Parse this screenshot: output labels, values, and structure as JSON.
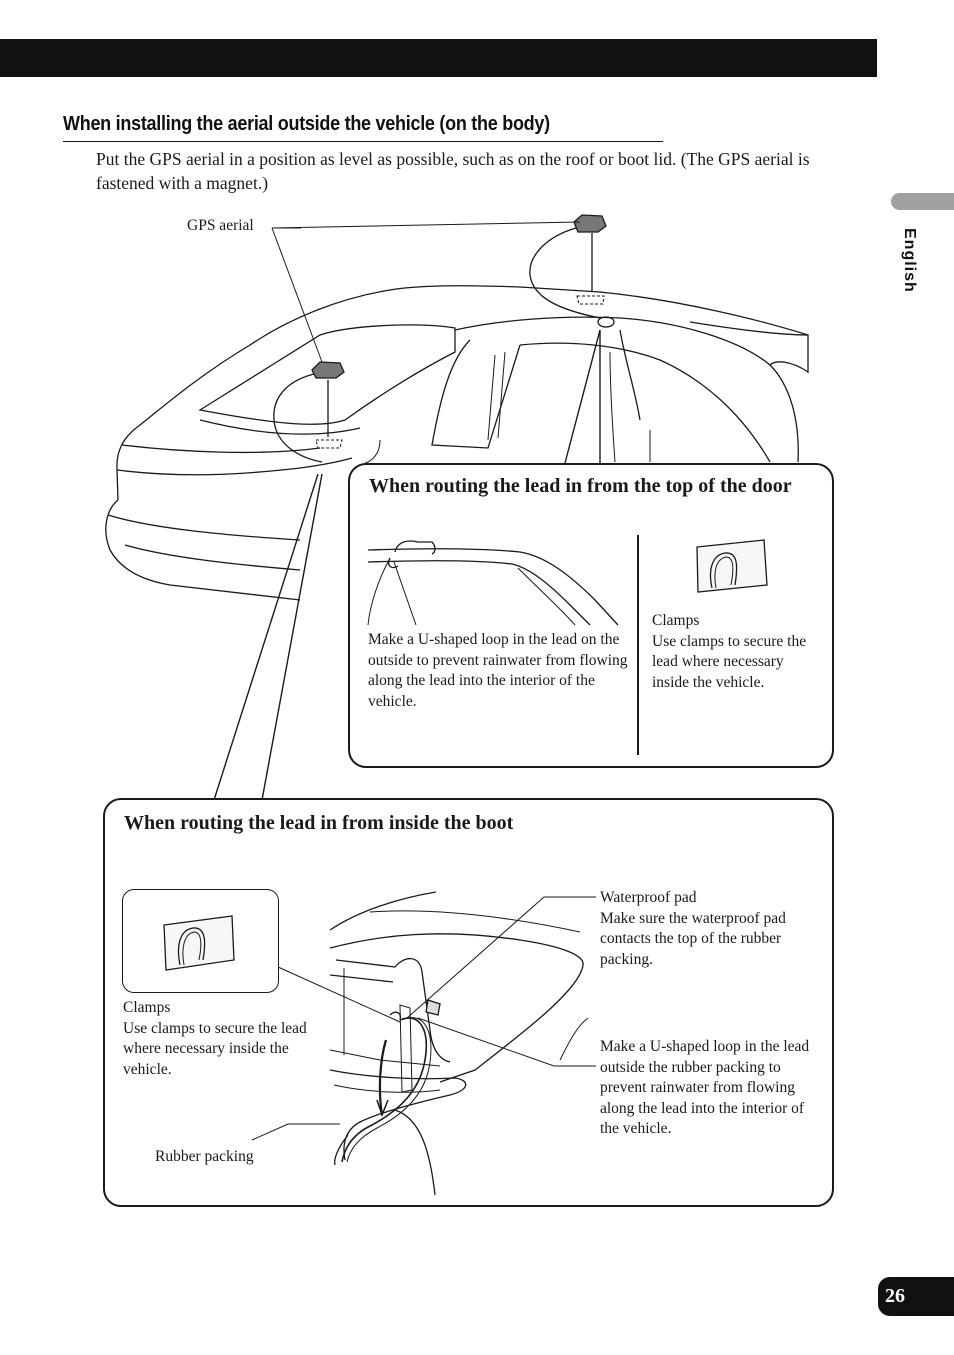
{
  "header": {
    "heading": "When installing the aerial outside the vehicle (on the body)",
    "intro": "Put the GPS aerial in a position as level as possible, such as on the roof or boot lid. (The GPS aerial is fastened with a magnet.)"
  },
  "sidebar": {
    "language": "English"
  },
  "figure": {
    "gps_aerial_label": "GPS aerial"
  },
  "panel_door": {
    "title": "When routing the lead in from the top of the door",
    "loop_note": "Make a U-shaped loop in the lead on the outside to prevent rainwater from flowing along the lead into the interior of the vehicle.",
    "clamps_title": "Clamps",
    "clamps_note": "Use clamps to secure the lead where necessary inside the vehicle."
  },
  "panel_boot": {
    "title": "When routing the lead in from inside the boot",
    "clamps_title": "Clamps",
    "clamps_note": "Use clamps to secure the lead where necessary inside the vehicle.",
    "waterproof_title": "Waterproof pad",
    "waterproof_note": "Make sure the waterproof pad contacts the top of the rubber packing.",
    "loop_note": "Make a U-shaped loop in the lead outside the rubber packing to prevent rainwater from flowing along the lead into the interior of the vehicle.",
    "rubber_label": "Rubber packing"
  },
  "footer": {
    "page_number": "26"
  }
}
